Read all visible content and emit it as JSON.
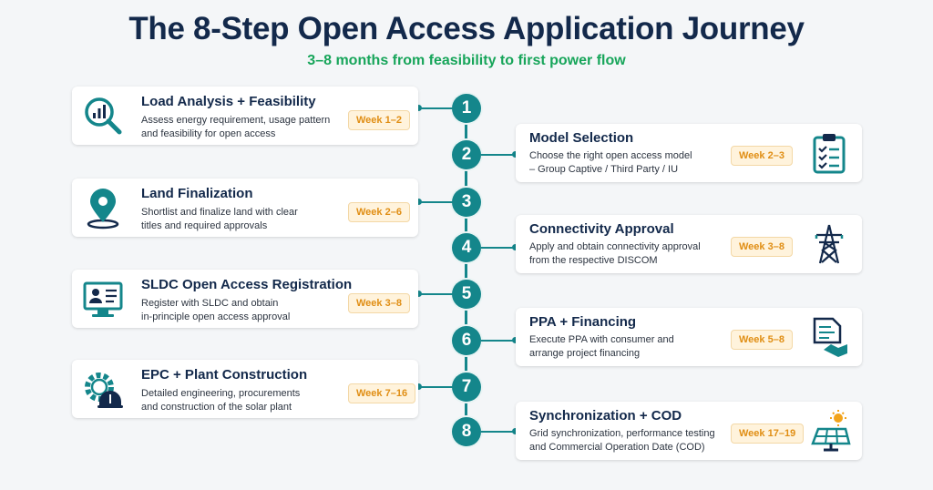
{
  "header": {
    "title": "The 8-Step Open Access Application Journey",
    "subtitle": "3–8 months from feasibility to first power flow"
  },
  "steps": [
    {
      "number": "1",
      "title": "Load Analysis + Feasibility",
      "desc_line1": "Assess energy requirement, usage pattern",
      "desc_line2": "and feasibility for open access",
      "week": "Week 1–2",
      "icon": "analysis-magnifier-icon"
    },
    {
      "number": "2",
      "title": "Model Selection",
      "desc_line1": "Choose the right open access model",
      "desc_line2": "– Group Captive / Third Party / IU",
      "week": "Week 2–3",
      "icon": "clipboard-checklist-icon"
    },
    {
      "number": "3",
      "title": "Land Finalization",
      "desc_line1": "Shortlist and finalize land with clear",
      "desc_line2": "titles and required approvals",
      "week": "Week 2–6",
      "icon": "location-pin-icon"
    },
    {
      "number": "4",
      "title": "Connectivity Approval",
      "desc_line1": "Apply and obtain connectivity approval",
      "desc_line2": "from the respective DISCOM",
      "week": "Week 3–8",
      "icon": "transmission-tower-icon"
    },
    {
      "number": "5",
      "title": "SLDC Open Access Registration",
      "desc_line1": "Register with SLDC and obtain",
      "desc_line2": "in-principle open access approval",
      "week": "Week 3–8",
      "icon": "monitor-profile-icon"
    },
    {
      "number": "6",
      "title": "PPA + Financing",
      "desc_line1": "Execute PPA with consumer and",
      "desc_line2": "arrange project financing",
      "week": "Week 5–8",
      "icon": "document-handshake-icon"
    },
    {
      "number": "7",
      "title": "EPC + Plant Construction",
      "desc_line1": "Detailed engineering, procurements",
      "desc_line2": "and construction of the solar plant",
      "week": "Week 7–16",
      "icon": "gear-hardhat-icon"
    },
    {
      "number": "8",
      "title": "Synchronization + COD",
      "desc_line1": "Grid synchronization, performance testing",
      "desc_line2": "and Commercial Operation Date (COD)",
      "week": "Week 17–19",
      "icon": "solar-panel-sun-icon"
    }
  ],
  "colors": {
    "navy": "#13294b",
    "teal": "#14868b",
    "green": "#17a55a",
    "badge_text": "#e08e14",
    "badge_bg": "#fff3dc"
  }
}
